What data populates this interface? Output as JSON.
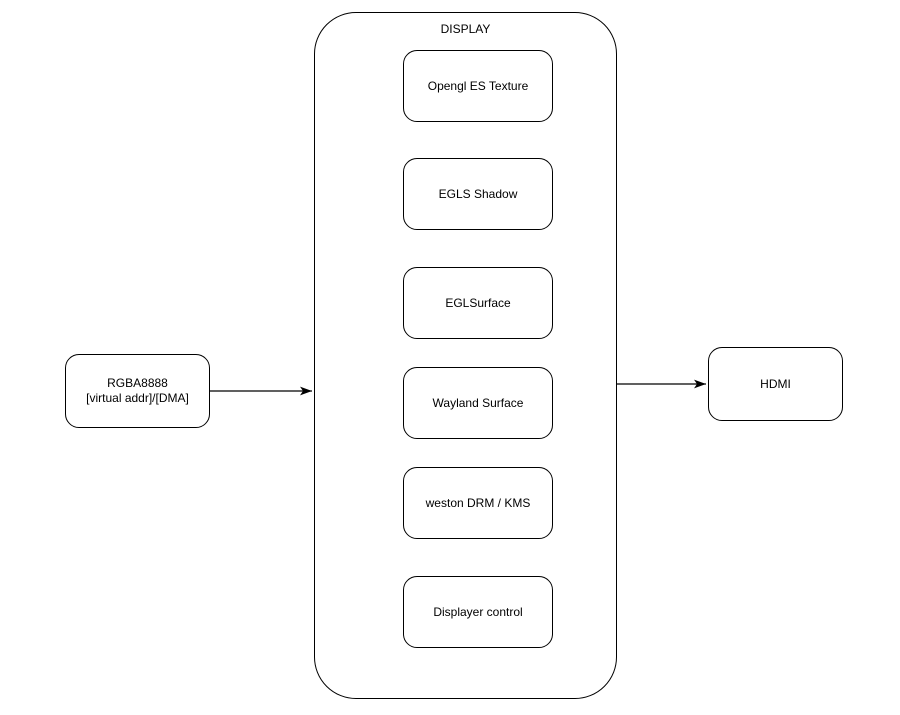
{
  "diagram": {
    "background_color": "#ffffff",
    "stroke_color": "#000000",
    "text_color": "#000000",
    "container": {
      "label": "DISPLAY"
    },
    "pipeline": [
      {
        "label": "Opengl ES Texture"
      },
      {
        "label": "EGLS Shadow"
      },
      {
        "label": "EGLSurface"
      },
      {
        "label": "Wayland Surface"
      },
      {
        "label": "weston DRM / KMS"
      },
      {
        "label": "Displayer control"
      }
    ],
    "source_node": {
      "line1": "RGBA8888",
      "line2": "[virtual addr]/[DMA]"
    },
    "sink_node": {
      "label": "HDMI"
    },
    "edges": [
      {
        "from": "RGBA8888 [virtual addr]/[DMA]",
        "to": "DISPLAY",
        "style": "arrow-right"
      },
      {
        "from": "DISPLAY",
        "to": "HDMI",
        "style": "arrow-right"
      }
    ]
  }
}
